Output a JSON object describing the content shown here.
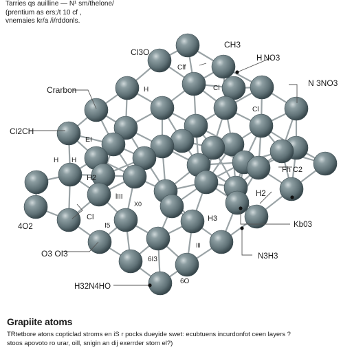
{
  "header": {
    "lines": [
      "Tarries qs auilline  — N¹ sm/thelone/",
      "(prentium as ers;/t 10 cf ,",
      "vnemaies kr/a /i/rddonls."
    ]
  },
  "labels": {
    "cl3o": "Cl3O",
    "ch3": "CH3",
    "hno3": "H NO3",
    "n3no3": "N 3NO3",
    "carbon": "Crarbon",
    "cl2ch": "Cl2CH",
    "ei": "EI",
    "h_left": "H",
    "h_left2": "H",
    "h2_mid": "H2",
    "iii": "lIII",
    "fh_c2": "Fh C2",
    "h2_right": "H2",
    "o42": "4O2",
    "cl_mid": "Cl",
    "h3_mid": "H3",
    "kb03": "Kb03",
    "o3013": "O3 OI3",
    "n3h3": "N3H3",
    "h3n4ho": "H32N4HO",
    "i5_small": "I5",
    "clf_a": "Clf",
    "cl_b": "Cl",
    "cl_c": "Cl",
    "h_small": "H",
    "six_three": "6I3",
    "six_o": "6O",
    "x0": "X0",
    "lll": "Ill"
  },
  "caption": {
    "title": "Grapiite atoms",
    "lines": [
      "TRtetbore  atons copticlad stroms en iS r pocks dueyide swet: ecubtuens incurdonfot ceen layers ?",
      "stoos apovoto ro urar, oill, snigin an dij exerrder stom el?)"
    ]
  },
  "colors": {
    "atom_fill": "#6f8186",
    "atom_dark": "#3a4a4f",
    "atom_highlight": "#b9c6c9",
    "bond": "#9aa3a6",
    "text": "#1a1a1a"
  }
}
